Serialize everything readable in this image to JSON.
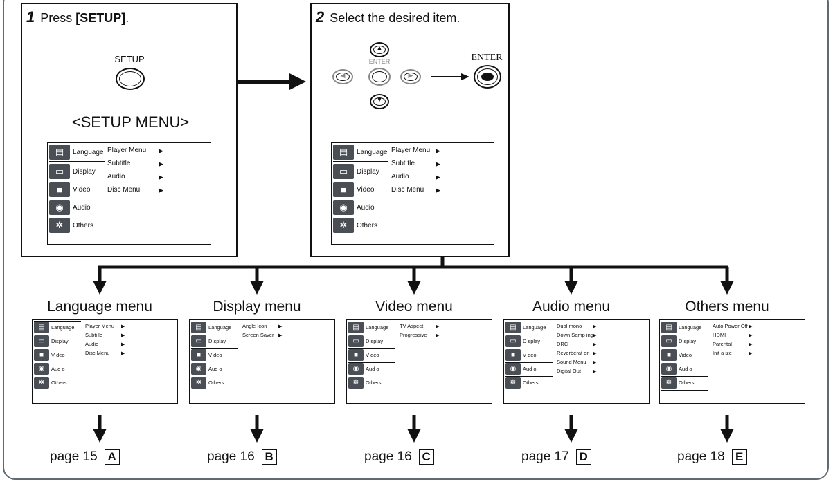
{
  "step1": {
    "number": "1",
    "text": "Press ",
    "key": "[SETUP]",
    "tail": ".",
    "button_label": "SETUP",
    "screen_title": "<SETUP MENU>"
  },
  "step2": {
    "number": "2",
    "text": "Select the desired item.",
    "enter_small": "ENTER",
    "enter_big": "ENTER"
  },
  "main_menu": {
    "items": [
      "Language",
      "Display",
      "Video",
      "Audio",
      "Others"
    ],
    "options": [
      "Player Menu",
      "Subtitle",
      "Audio",
      "Disc Menu"
    ]
  },
  "step2_menu": {
    "items": [
      "Language",
      "Display",
      "Video",
      "Audio",
      "Others"
    ],
    "options": [
      "Player Menu",
      "Subt tle",
      "Audio",
      "Disc Menu"
    ]
  },
  "submenus": [
    {
      "heading": "Language menu",
      "items": [
        "Language",
        "Display",
        "V deo",
        "Aud o",
        "Others"
      ],
      "options": [
        "Player Menu",
        "Subti le",
        "Audio",
        "Disc Menu"
      ],
      "page": "page 15",
      "letter": "A"
    },
    {
      "heading": "Display menu",
      "items": [
        "Language",
        "D splay",
        "V deo",
        "Aud o",
        "Others"
      ],
      "options": [
        "Angle Icon",
        "Screen Saver"
      ],
      "page": "page 16",
      "letter": "B"
    },
    {
      "heading": "Video menu",
      "items": [
        "Language",
        "D splay",
        "V deo",
        "Aud o",
        "Others"
      ],
      "options": [
        "TV Aspect",
        "Progressive"
      ],
      "page": "page 16",
      "letter": "C"
    },
    {
      "heading": "Audio menu",
      "items": [
        "Language",
        "D splay",
        "V deo",
        "Aud o",
        "Others"
      ],
      "options": [
        "Dual mono",
        "Down Samp ing",
        "DRC",
        "Reverberat on",
        "Sound Menu",
        "Digital Out"
      ],
      "page": "page 17",
      "letter": "D"
    },
    {
      "heading": "Others menu",
      "items": [
        "Language",
        "D splay",
        "Video",
        "Aud o",
        "Others"
      ],
      "options": [
        "Auto Power Off",
        "HDMI",
        "Parental",
        "Init a ize"
      ],
      "page": "page 18",
      "letter": "E"
    }
  ],
  "icons": [
    "language-icon",
    "display-icon",
    "video-icon",
    "audio-icon",
    "others-icon"
  ]
}
